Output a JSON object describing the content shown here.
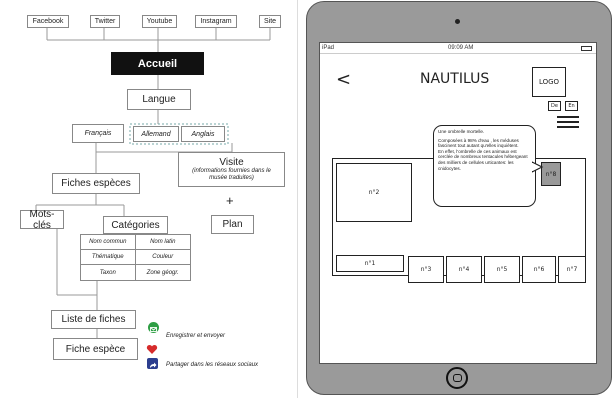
{
  "sitemap": {
    "social": [
      "Facebook",
      "Twitter",
      "Youtube",
      "Instagram",
      "Site"
    ],
    "home": "Accueil",
    "language": "Langue",
    "languages": [
      "Français",
      "Allemand",
      "Anglais"
    ],
    "visit": {
      "title": "Visite",
      "subtitle": "(informations fournies dans le musée traduites)"
    },
    "species_sheets": "Fiches espèces",
    "keywords": "Mots-clés",
    "categories": "Catégories",
    "category_cells": [
      "Nom commun",
      "Nom latin",
      "Thématique",
      "Couleur",
      "Taxon",
      "Zone géogr."
    ],
    "plus": "+",
    "plan": "Plan",
    "sheet_list": "Liste de fiches",
    "species_sheet": "Fiche espèce",
    "save_send": "Enregistrer et envoyer",
    "share": "Partager dans les réseaux sociaux",
    "colors": {
      "save": "#2e9e44",
      "heart": "#d62b2b",
      "share": "#2c3e8f"
    }
  },
  "tablet": {
    "status_left": "iPad",
    "status_time": "09:09 AM",
    "back": "<",
    "title": "NAUTILUS",
    "logo": "LOGO",
    "lang_de": "De",
    "lang_en": "En",
    "tooltip": {
      "title": "Une ombrelle mortelle.",
      "body": "Composées à 98% d'eau , les méduses fascinent tout autant qu'elles inquiètent.\nEn effet, l'ombrelle de ces animaux est cerclée de nombreux tentacules hébergeant des milliers de cellules urticantes: les cnidocytes."
    },
    "rooms": [
      "n°1",
      "n°2",
      "n°3",
      "n°4",
      "n°5",
      "n°6",
      "n°7",
      "n°8"
    ]
  }
}
